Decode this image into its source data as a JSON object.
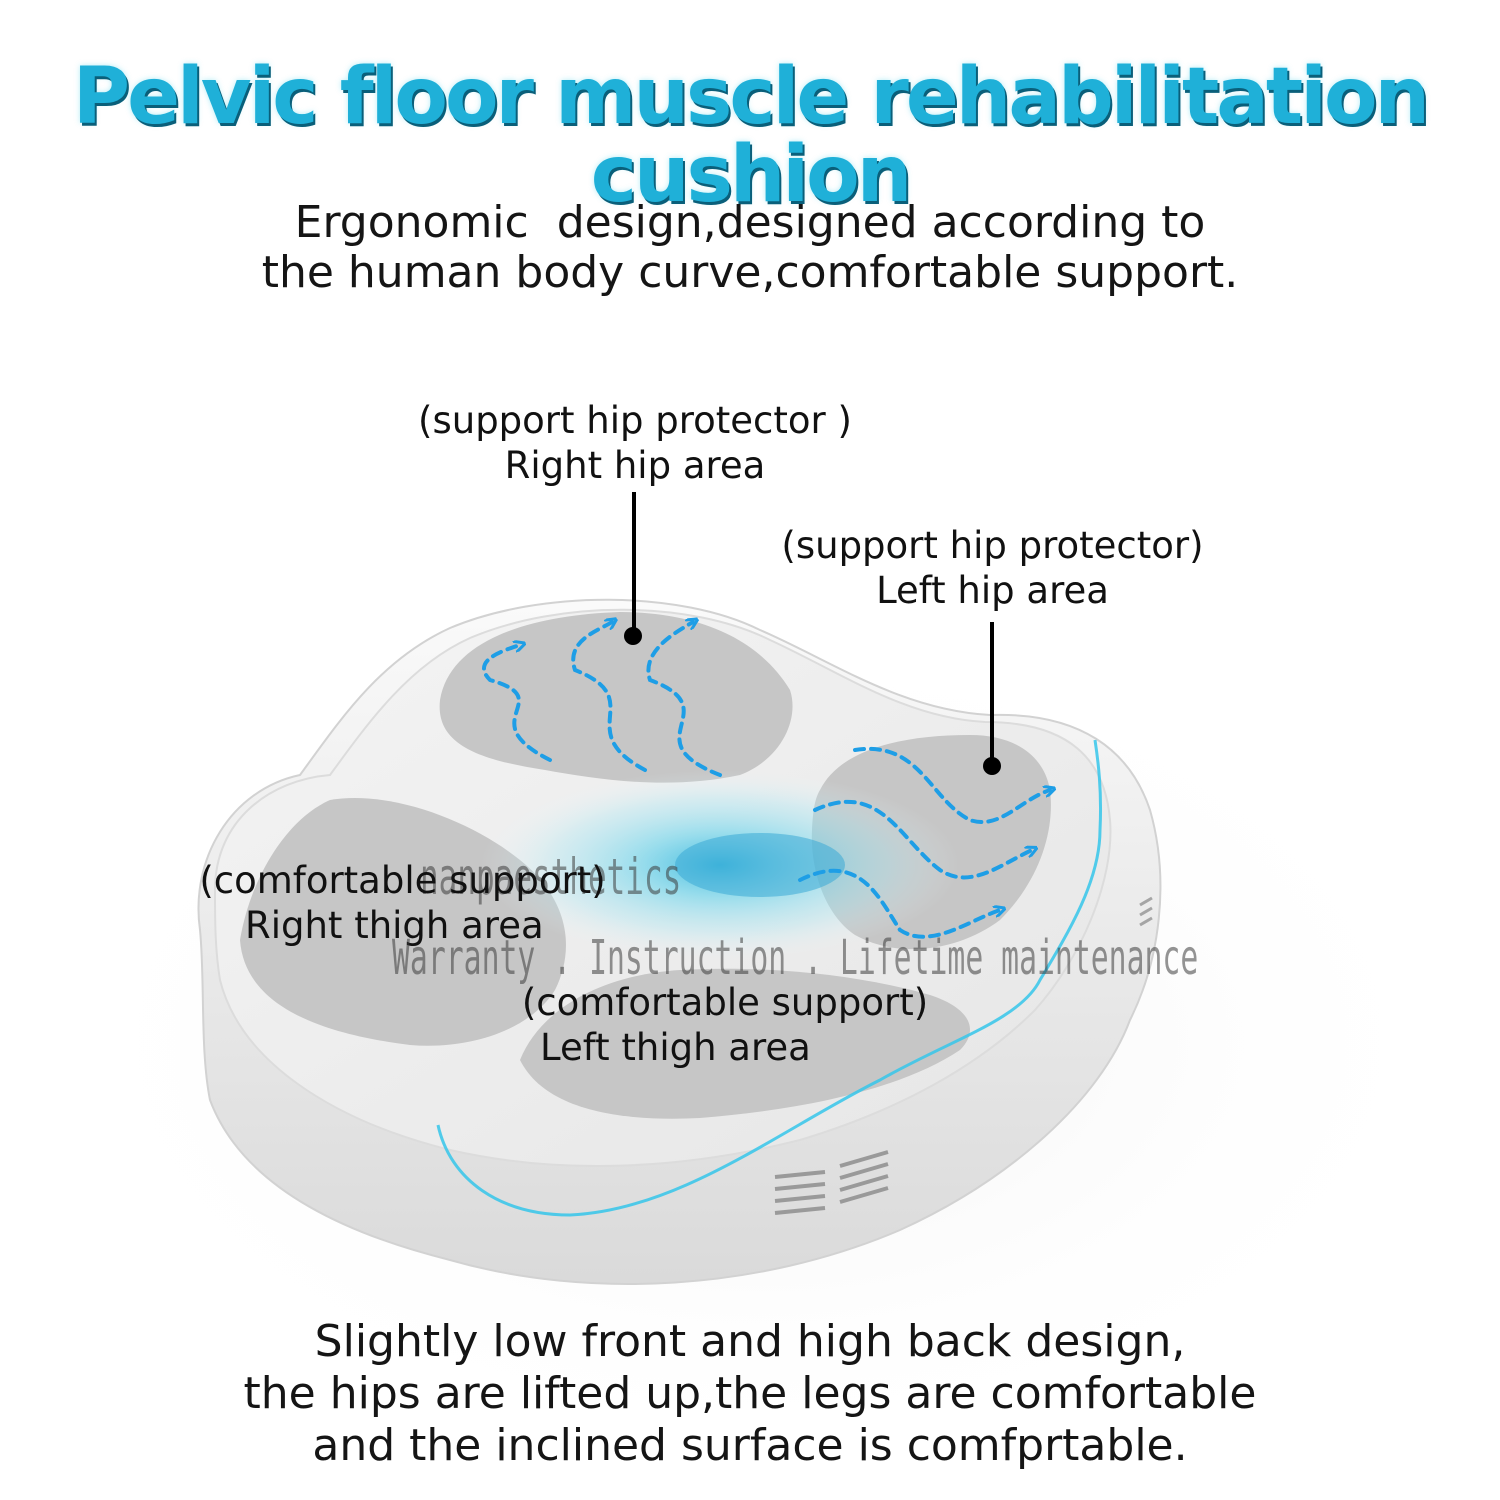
{
  "title": "Pelvic floor muscle rehabilitation cushion",
  "subtitle": {
    "line1": "Ergonomic  design,designed according to",
    "line2": "the human body curve,comfortable support."
  },
  "labels": {
    "right_hip": {
      "note": "(support hip protector )",
      "name": "Right hip area"
    },
    "left_hip": {
      "note": "(support hip protector)",
      "name": "Left hip area"
    },
    "right_thigh": {
      "note": "(comfortable support)",
      "name": "Right thigh area"
    },
    "left_thigh": {
      "note": "(comfortable support)",
      "name": "Left thigh area"
    }
  },
  "watermark": {
    "brand": "nanpaesthetics",
    "services": "Warranty . Instruction . Lifetime maintenance"
  },
  "bottom": {
    "line1": "Slightly low front and high back design,",
    "line2": "the hips are lifted up,the legs are comfortable",
    "line3": "and the inclined surface is comfprtable."
  },
  "colors": {
    "title": "#1fb0d8",
    "arrow": "#1e9ee6",
    "glow": "#3cc8e8",
    "edge_light": "#35c6ea",
    "pad": "#c6c6c6"
  }
}
